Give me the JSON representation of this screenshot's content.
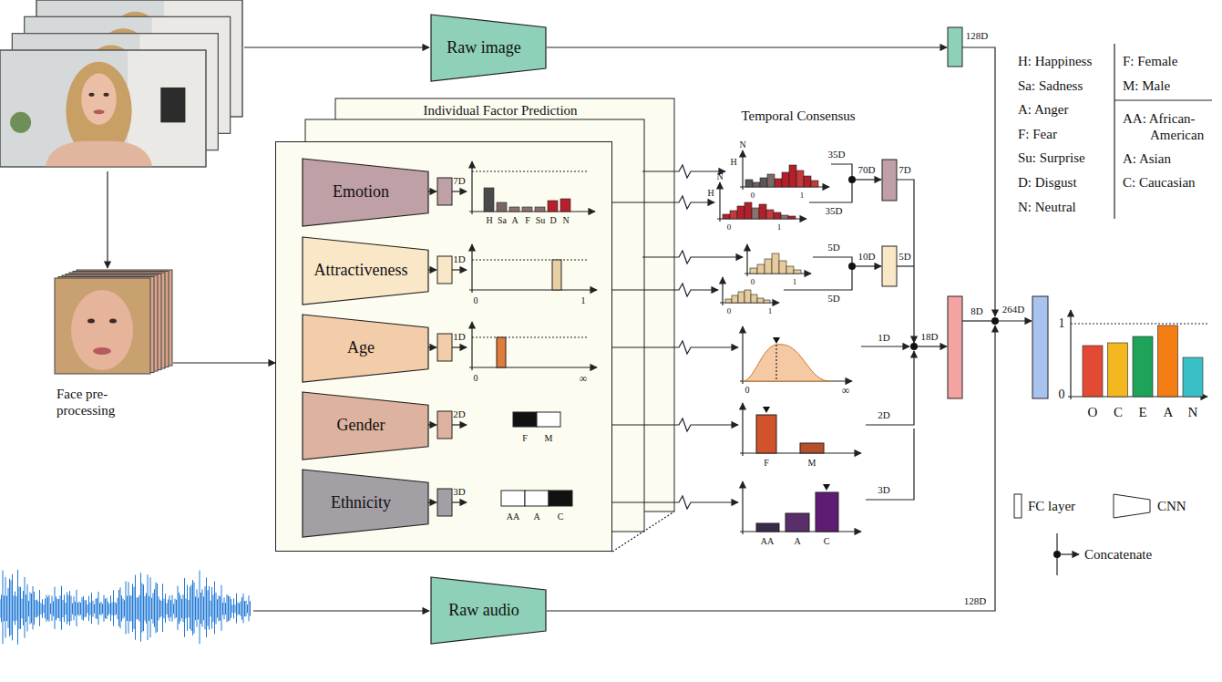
{
  "diagram": {
    "nodes": [
      {
        "text": [
          "Raw image"
        ]
      },
      {
        "text": [
          "Face pre-processing"
        ]
      },
      {
        "text": [
          "Individual Factor Prediction"
        ]
      },
      {
        "text": [
          "Emotion"
        ],
        "in": 2
      },
      {
        "text": [
          "Attractiveness"
        ],
        "in": 2
      },
      {
        "text": [
          "Age"
        ],
        "in": 2
      },
      {
        "text": [
          "Gender"
        ],
        "in": 2
      },
      {
        "text": [
          "Ethnicity"
        ],
        "in": 2
      },
      {
        "text": [
          "Raw audio"
        ]
      }
    ],
    "edges": [
      {
        "from": 1,
        "to": 2,
        "arrow": "to"
      }
    ],
    "labels": [
      "128D",
      "7D",
      "H",
      "Sa",
      "A",
      "F",
      "Su",
      "D",
      "N",
      "1D",
      "0",
      "1",
      "1D",
      "0",
      "∞",
      "2D",
      "F",
      "M",
      "3D",
      "AA",
      "A",
      "C",
      "Temporal Consensus",
      "N",
      "H",
      "0",
      "1",
      "N",
      "H",
      "0",
      "1",
      "35D",
      "35D",
      "70D",
      "7D",
      "0",
      "1",
      "0",
      "1",
      "5D",
      "5D",
      "10D",
      "5D",
      "0",
      "∞",
      "1D",
      "F",
      "M",
      "2D",
      "AA",
      "A",
      "C",
      "3D",
      "18D",
      "8D",
      "264D",
      "1",
      "0",
      "O",
      "C",
      "E",
      "A",
      "N",
      "128D",
      "H: Happiness",
      "Sa: Sadness",
      "A: Anger",
      "F: Fear",
      "Su: Surprise",
      "D: Disgust",
      "N: Neutral",
      "F: Female",
      "M: Male",
      "AA: African-American",
      "A: Asian",
      "C: Caucasian"
    ],
    "legend": [
      {
        "text": "FC layer"
      },
      {
        "text": "CNN"
      },
      {
        "text": "Concatenate"
      }
    ]
  }
}
